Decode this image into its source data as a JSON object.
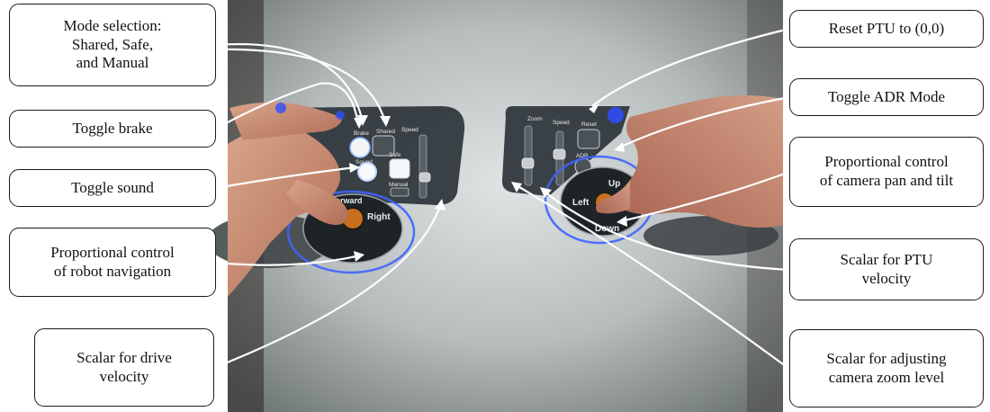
{
  "colors": {
    "ring_blue": "#3f63ff",
    "panel_dark": "#2d3439",
    "arrow": "#ffffff",
    "callout_border": "#1a1a1a"
  },
  "panels": {
    "left": {
      "labels": {
        "brake": "Brake",
        "shared": "Shared",
        "speed": "Speed",
        "sound": "Sound",
        "safe": "Safe",
        "manual": "Manual"
      },
      "dpad": {
        "up": "Forward",
        "right": "Right"
      }
    },
    "right": {
      "labels": {
        "zoom": "Zoom",
        "speed": "Speed",
        "reset": "Reset",
        "adr": "ADR"
      },
      "dpad": {
        "up": "Up",
        "left": "Left",
        "down": "Down"
      }
    }
  },
  "callouts": {
    "mode": "Mode selection:\nShared, Safe,\nand Manual",
    "brake": "Toggle brake",
    "sound": "Toggle sound",
    "nav": "Proportional control\nof robot navigation",
    "drive": "Scalar for drive\nvelocity",
    "reset": "Reset PTU to (0,0)",
    "adr": "Toggle ADR Mode",
    "pantilt": "Proportional control\nof camera pan and tilt",
    "ptu": "Scalar for PTU\nvelocity",
    "zoom": "Scalar for adjusting\ncamera zoom level"
  }
}
